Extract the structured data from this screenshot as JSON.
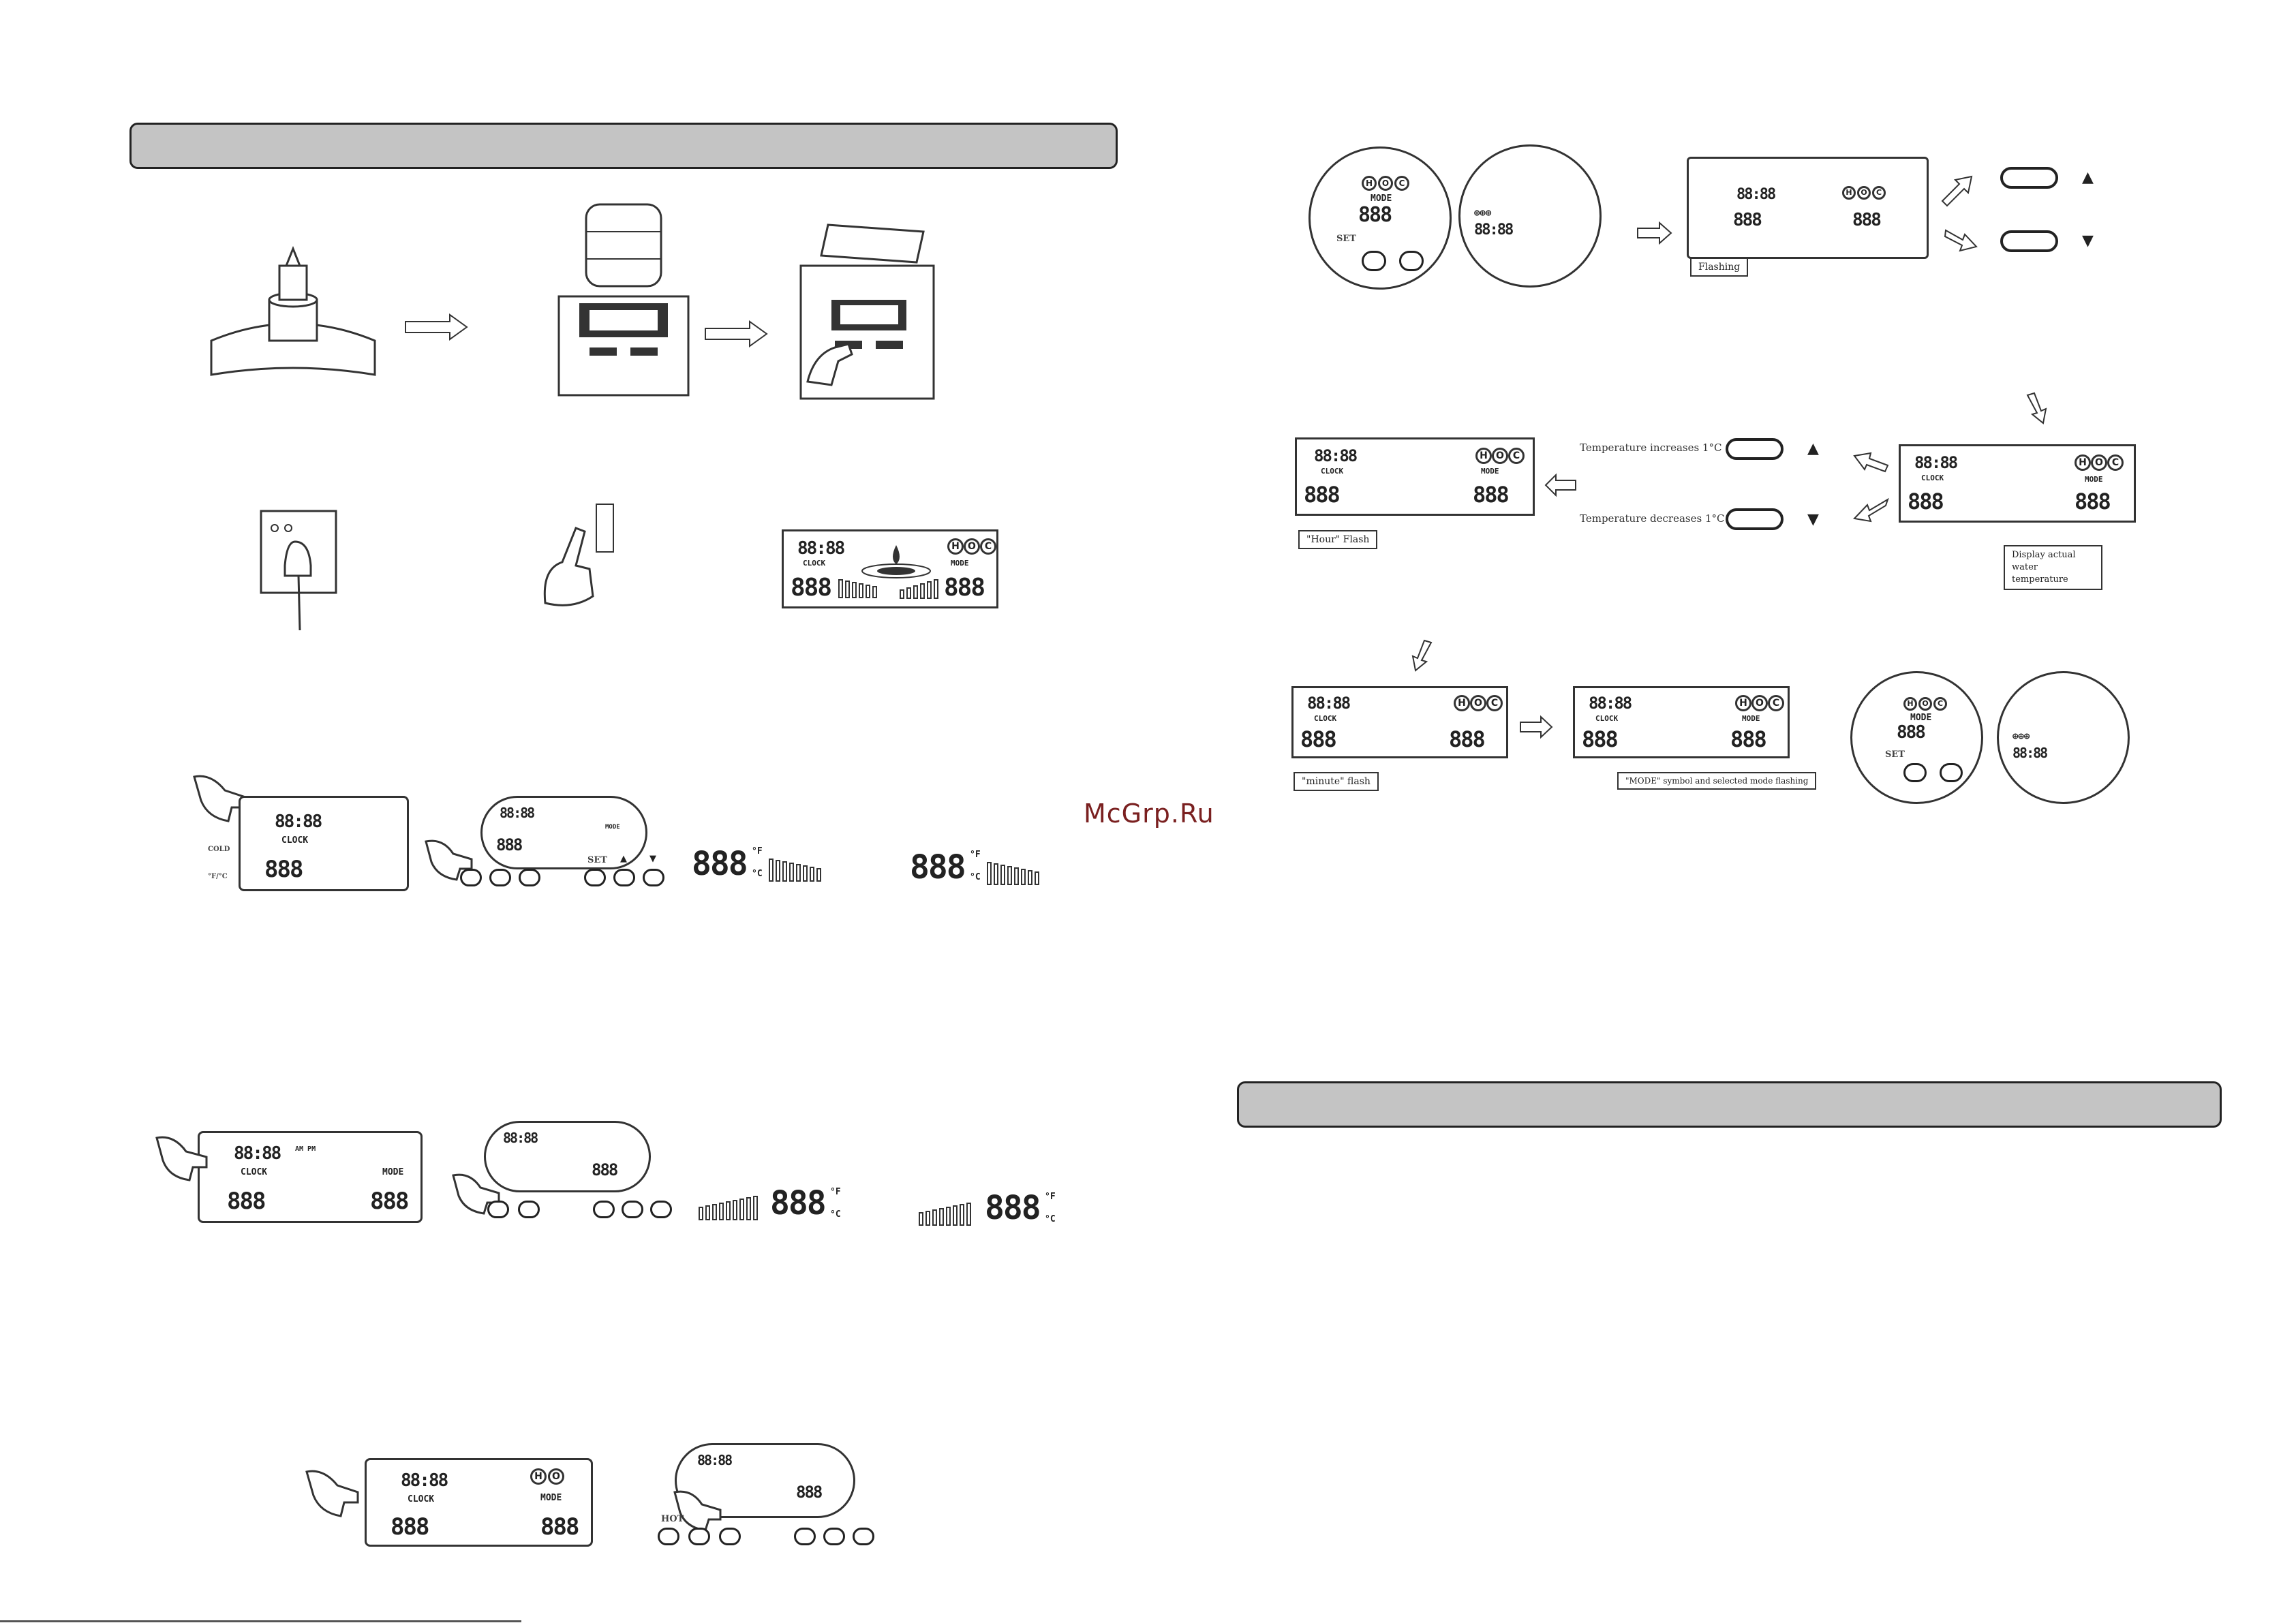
{
  "watermark": "McGrp.Ru",
  "lcd": {
    "clock_digits": "88:88",
    "ampm": "AM PM",
    "clock_label": "CLOCK",
    "temp_digits": "888",
    "unit_f": "°F",
    "unit_c": "°C",
    "mode_label": "MODE",
    "mode_h": "H",
    "mode_o": "O",
    "mode_c": "C"
  },
  "buttons": {
    "hot": "HOT",
    "cold": "COLD",
    "unit_toggle": "°F/°C",
    "set": "SET",
    "up": "▲",
    "down": "▼"
  },
  "right_panel": {
    "flashing": "Flashing",
    "temp_increase": "Temperature increases 1°C",
    "temp_decrease": "Temperature decreases 1°C",
    "hour_flash": "\"Hour\" Flash",
    "display_actual": "Display actual water temperature",
    "minute_flash": "\"minute\" flash",
    "mode_flashing": "\"MODE\" symbol and selected mode flashing"
  },
  "colors": {
    "header_bar": "#c4c4c4",
    "watermark": "#7a2020"
  }
}
